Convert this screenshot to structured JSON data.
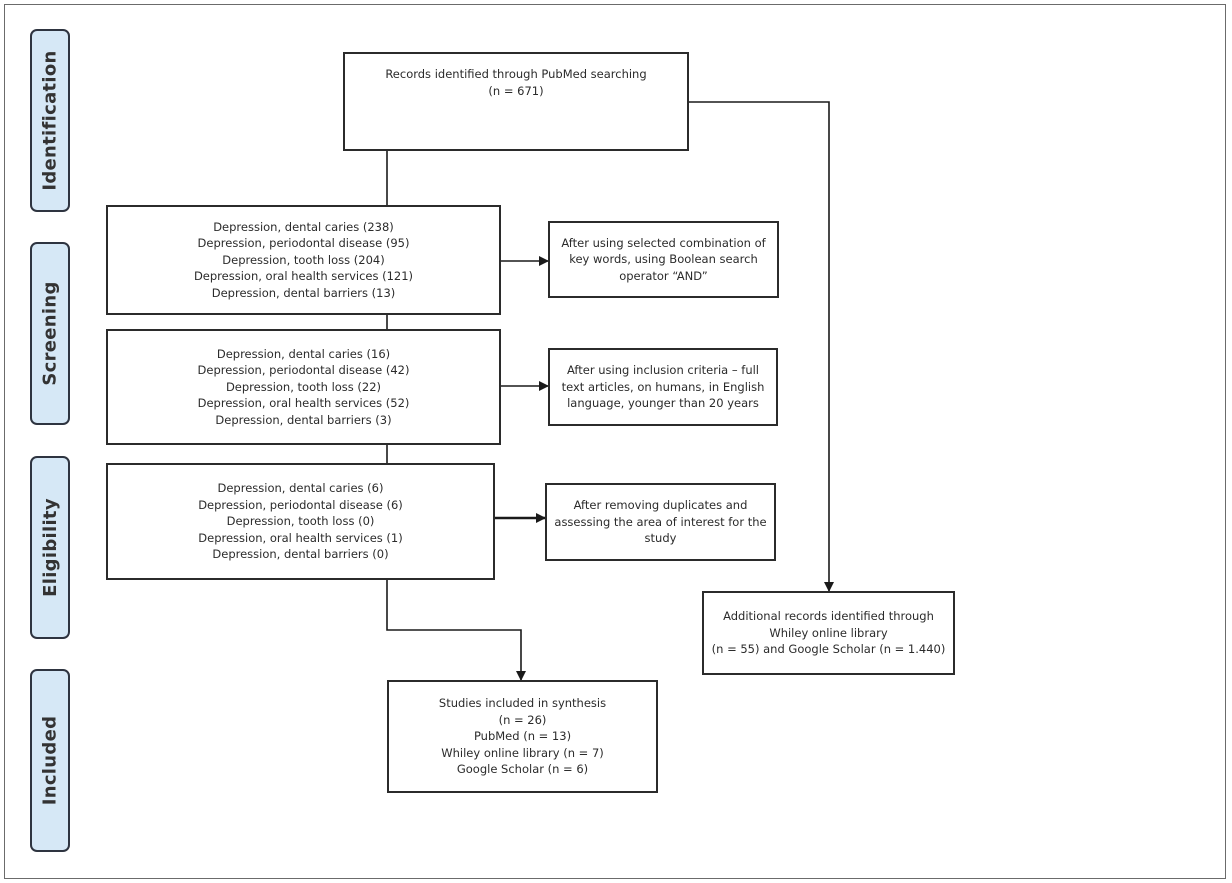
{
  "stages": [
    "Identification",
    "Screening",
    "Eligibility",
    "Included"
  ],
  "pubmed_box": [
    "Records identified through PubMed searching",
    "(n = 671)"
  ],
  "screen_box_1": [
    "Depression, dental caries (238)",
    "Depression, periodontal disease (95)",
    "Depression, tooth loss (204)",
    "Depression, oral health services (121)",
    "Depression, dental barriers (13)"
  ],
  "screen_note_1": [
    "After using selected combination of",
    "key words, using Boolean search",
    "operator “AND”"
  ],
  "screen_box_2": [
    "Depression, dental caries (16)",
    "Depression, periodontal disease (42)",
    "Depression, tooth loss (22)",
    "Depression, oral health services (52)",
    "Depression, dental barriers (3)"
  ],
  "screen_note_2": [
    "After using inclusion criteria – full",
    "text articles, on humans, in English",
    "language, younger than 20 years"
  ],
  "elig_box": [
    "Depression, dental caries (6)",
    "Depression, periodontal disease (6)",
    "Depression, tooth loss (0)",
    "Depression, oral health services (1)",
    "Depression, dental barriers (0)"
  ],
  "elig_note": [
    "After removing duplicates and",
    "assessing the area of interest for the",
    "study"
  ],
  "additional_box": [
    "Additional records identified through",
    "Whiley online library",
    "(n = 55) and Google Scholar (n = 1.440)"
  ],
  "included_box": [
    "Studies included in synthesis",
    "(n = 26)",
    "PubMed (n = 13)",
    "Whiley online library (n = 7)",
    "Google Scholar (n = 6)"
  ]
}
